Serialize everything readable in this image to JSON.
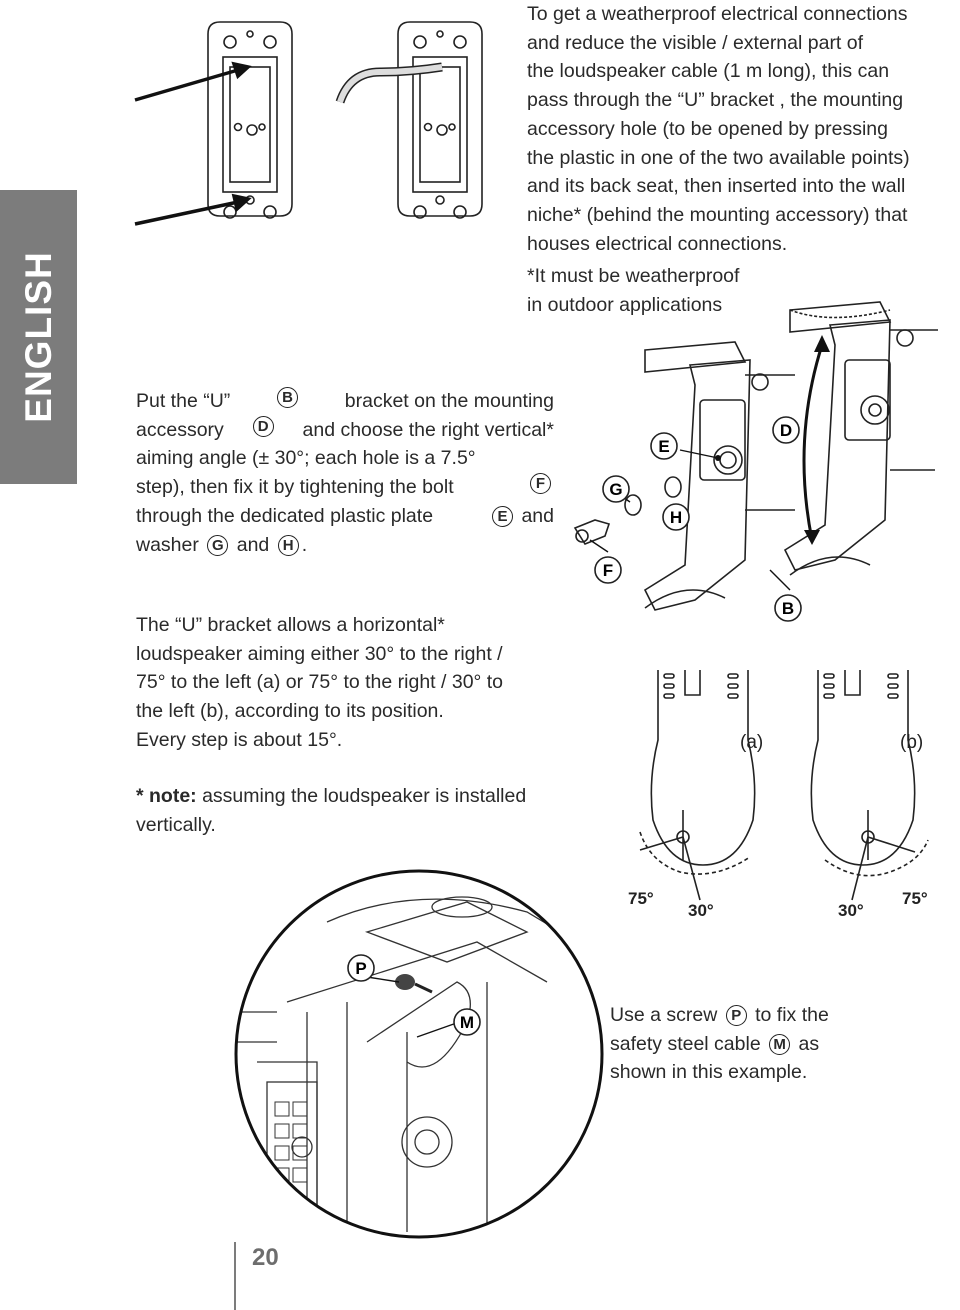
{
  "side_tab": "ENGLISH",
  "top_text": {
    "lines": [
      "To get a weatherproof electrical connections",
      "and reduce the visible / external part of",
      "the loudspeaker cable (1 m long), this can",
      "pass through the “U” bracket , the mounting",
      "accessory hole (to be opened by pressing",
      "the plastic in one of the two available points)",
      "and its back seat, then inserted into the wall",
      "niche* (behind the mounting accessory) that",
      "houses electrical connections."
    ],
    "weather_line1": "*It must be weatherproof",
    "weather_line2": "in outdoor applications"
  },
  "put_text": {
    "l1a": "Put the “U”",
    "l1b": "bracket on the mounting",
    "l2a": "accessory",
    "l2b": "and choose the right vertical*",
    "l3": "aiming angle (± 30°; each hole is a 7.5°",
    "l4a": "step), then fix it by tightening the bolt",
    "l5a": "through the dedicated plastic plate",
    "l5b": "and",
    "l6a": "washer",
    "l6b": "and",
    "l6c": "."
  },
  "u_text": {
    "lines": [
      "The “U” bracket allows a horizontal*",
      "loudspeaker aiming either 30° to the right /",
      "75° to the left (a) or 75° to the right / 30° to",
      "the left (b), according to its position.",
      "Every step is about 15°."
    ]
  },
  "note": {
    "label": "* note:",
    "text": " assuming the loudspeaker is installed",
    "text2": "vertically."
  },
  "screw_text": {
    "l1a": "Use a screw",
    "l1b": "to fix the",
    "l2a": "safety steel cable",
    "l2b": "as",
    "l3": "shown in this example."
  },
  "callouts": {
    "B": "B",
    "D": "D",
    "E": "E",
    "F": "F",
    "G": "G",
    "H": "H",
    "P": "P",
    "M": "M"
  },
  "diagram_labels": {
    "a": "(a)",
    "b": "(b)",
    "a_left": "75°",
    "a_right": "30°",
    "b_left": "30°",
    "b_right": "75°"
  },
  "page_number": "20"
}
